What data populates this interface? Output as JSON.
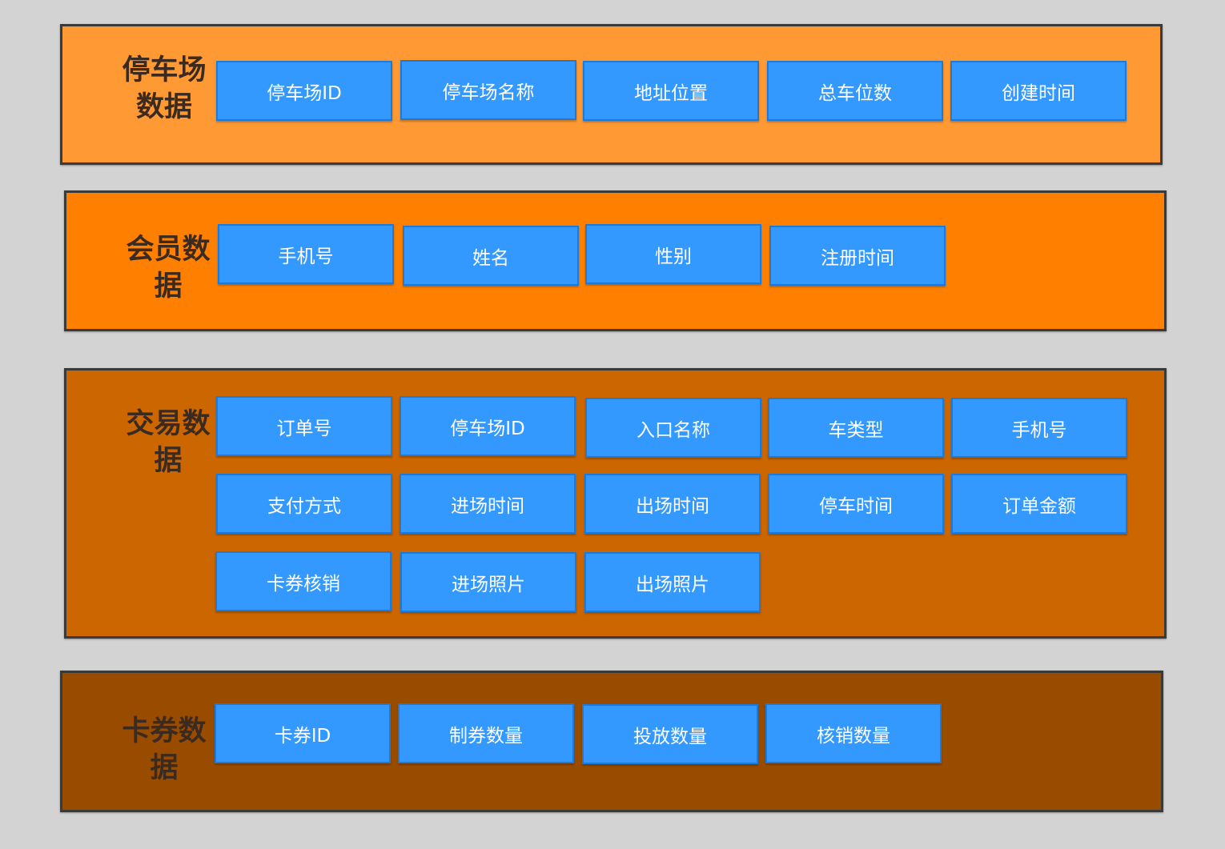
{
  "panels": {
    "parking": {
      "title": "停车场数据",
      "color": "#ff9933",
      "fields": [
        "停车场ID",
        "停车场名称",
        "地址位置",
        "总车位数",
        "创建时间"
      ]
    },
    "member": {
      "title": "会员数据",
      "color": "#ff8000",
      "fields": [
        "手机号",
        "姓名",
        "性别",
        "注册时间"
      ]
    },
    "trade": {
      "title": "交易数据",
      "color": "#cc6600",
      "fields": [
        "订单号",
        "停车场ID",
        "入口名称",
        "车类型",
        "手机号",
        "支付方式",
        "进场时间",
        "出场时间",
        "停车时间",
        "订单金额",
        "卡券核销",
        "进场照片",
        "出场照片"
      ]
    },
    "coupon": {
      "title": "卡券数据",
      "color": "#994c00",
      "fields": [
        "卡券ID",
        "制券数量",
        "投放数量",
        "核销数量"
      ]
    }
  },
  "colors": {
    "background": "#d3d3d3",
    "field_fill": "#3399ff",
    "field_text": "#ffffff",
    "title_text": "#3a2a20"
  }
}
